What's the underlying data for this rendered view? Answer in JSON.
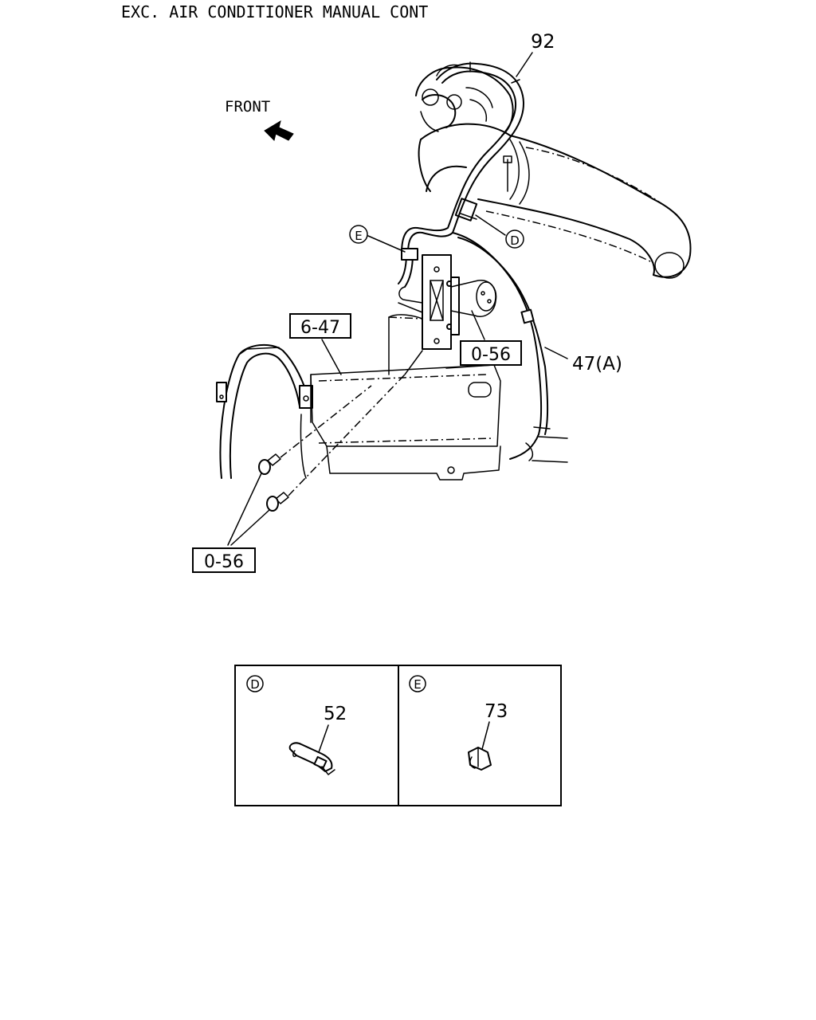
{
  "header": {
    "title": "EXC. AIR CONDITIONER MANUAL CONT"
  },
  "direction": {
    "label": "FRONT"
  },
  "callouts": {
    "part_92": "92",
    "part_47a": "47(A)",
    "ref_6_47": "6-47",
    "ref_0_56_upper": "0-56",
    "ref_0_56_lower": "0-56",
    "detail_d_marker": "D",
    "detail_e_marker": "E"
  },
  "details": [
    {
      "marker": "D",
      "part": "52"
    },
    {
      "marker": "E",
      "part": "73"
    }
  ]
}
